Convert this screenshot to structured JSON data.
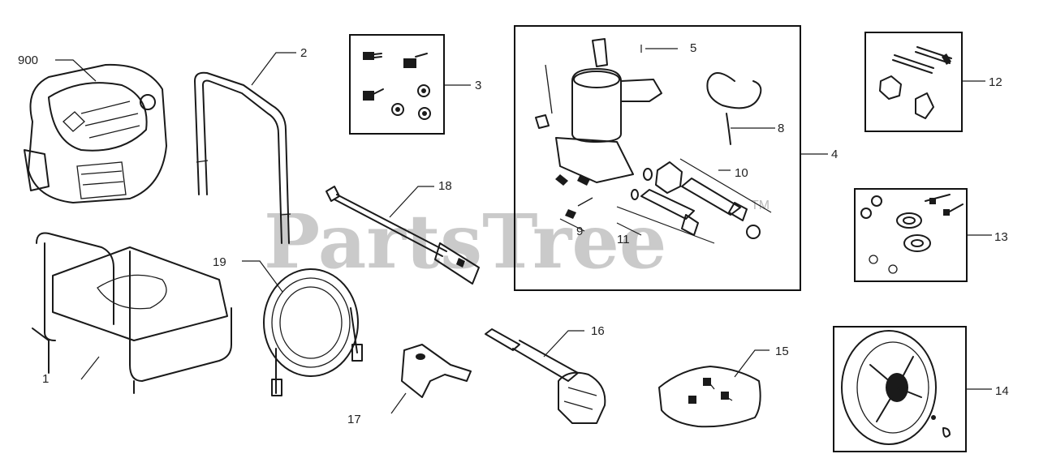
{
  "watermark": {
    "text": "PartsTree",
    "tm": "TM"
  },
  "callouts": {
    "c1": "1",
    "c2": "2",
    "c3": "3",
    "c4": "4",
    "c5": "5",
    "c8": "8",
    "c9": "9",
    "c10": "10",
    "c11": "11",
    "c12": "12",
    "c13": "13",
    "c14": "14",
    "c15": "15",
    "c16": "16",
    "c17": "17",
    "c18": "18",
    "c19": "19",
    "c900": "900"
  }
}
